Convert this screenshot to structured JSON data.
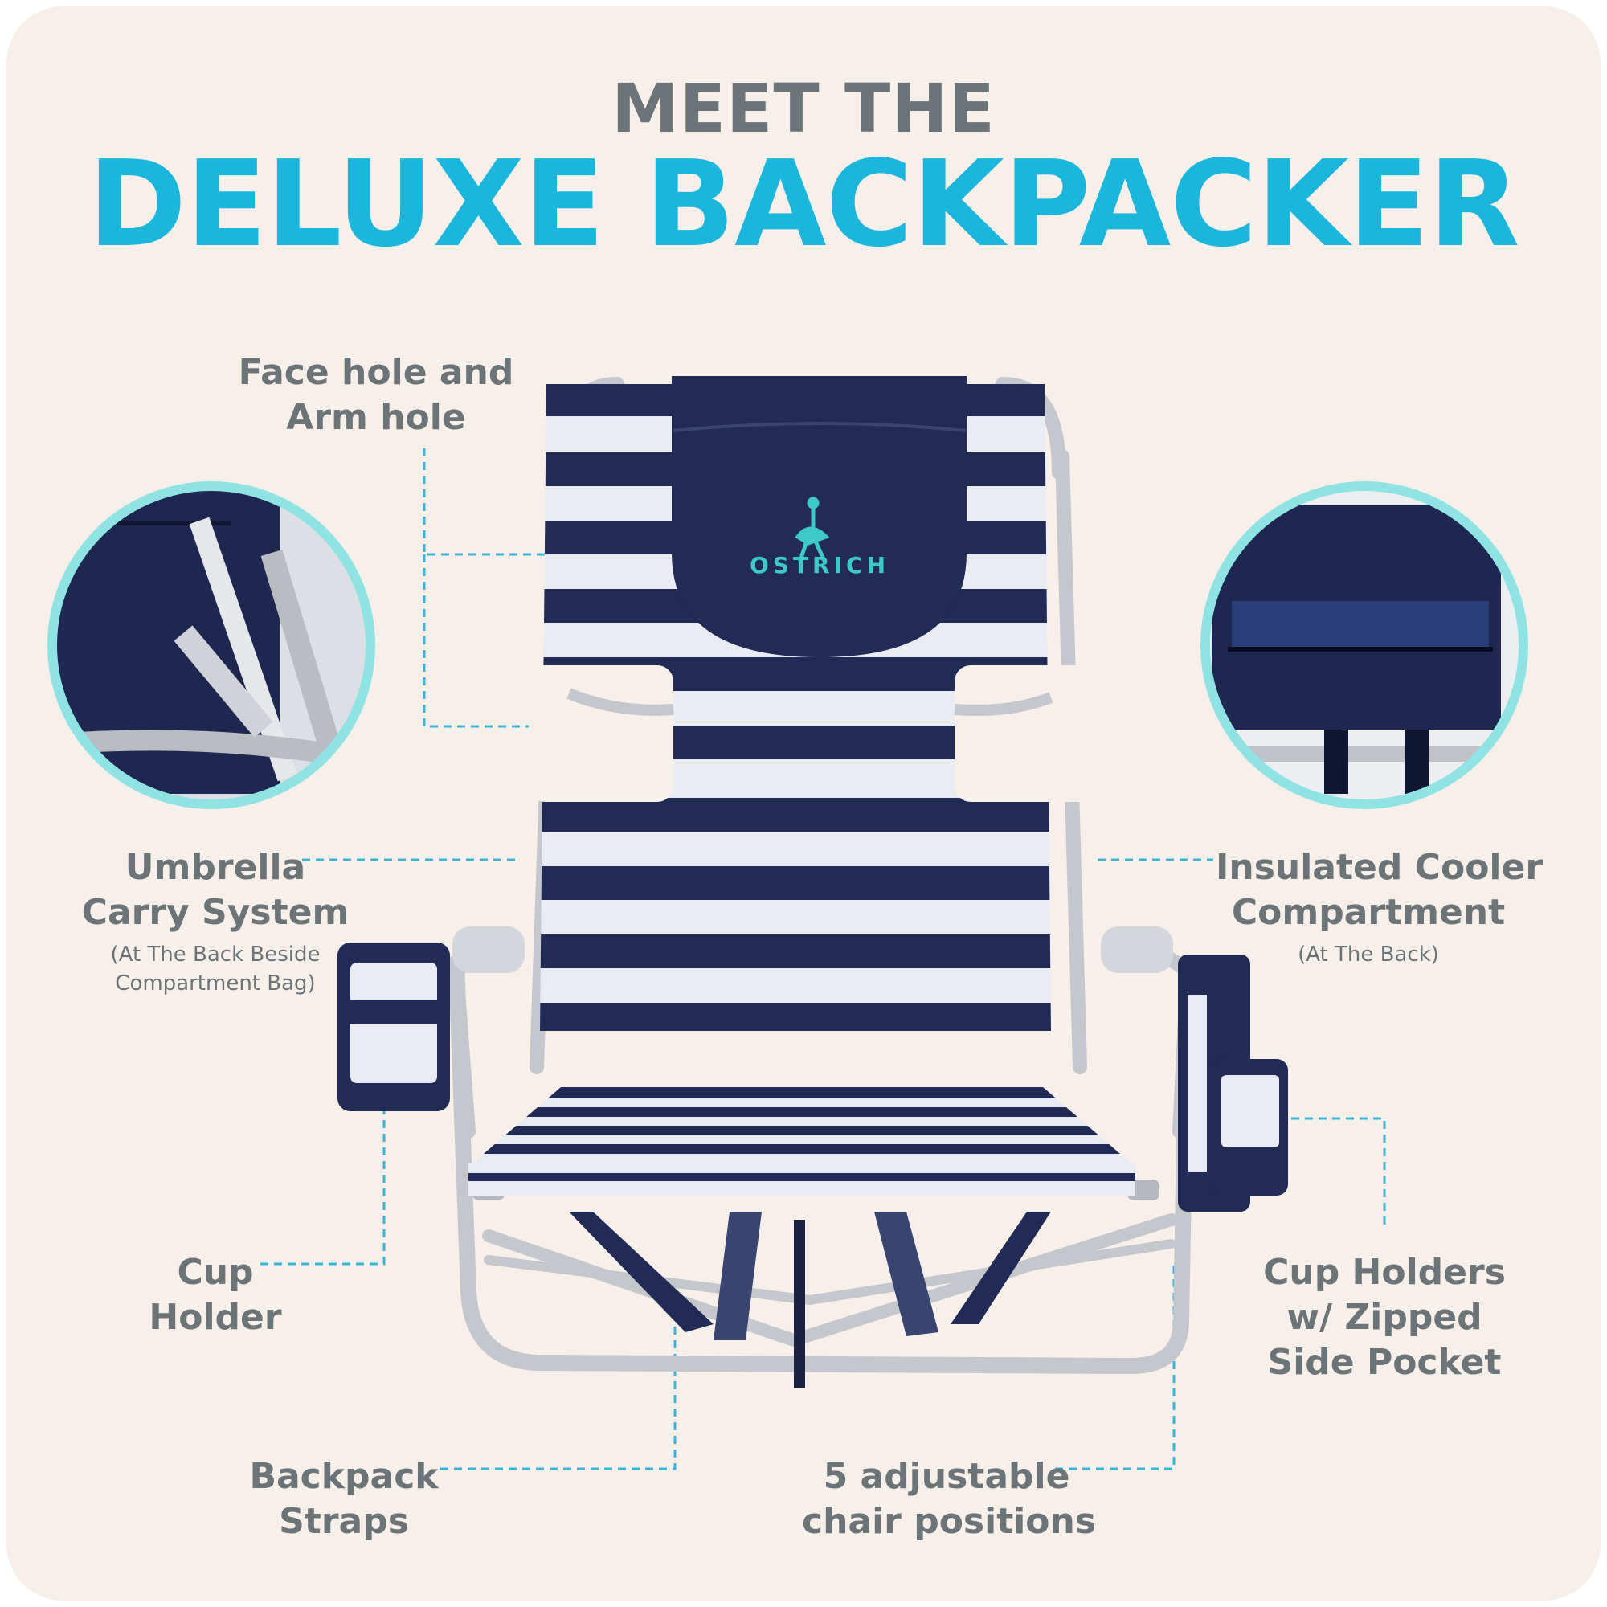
{
  "colors": {
    "background": "#f6efea",
    "heading_gray": "#6d7477",
    "heading_cyan": "#1bb6dc",
    "label_gray": "#6d7477",
    "navy": "#222b55",
    "stripe_white": "#e9ecf2",
    "frame": "#c4c7cc",
    "accent_teal": "#3ec9c9",
    "leader_line": "#3bb4d6",
    "circle_ring": "#8fe3e3"
  },
  "header": {
    "line1": "MEET THE",
    "line2": "DELUXE BACKPACKER"
  },
  "product": {
    "brand": "OSTRICH",
    "logo_icon": "ostrich-icon"
  },
  "callouts": {
    "face_hole": {
      "line1": "Face hole and",
      "line2": "Arm hole"
    },
    "umbrella": {
      "line1": "Umbrella",
      "line2": "Carry System",
      "sub1": "(At The Back Beside",
      "sub2": "Compartment Bag)"
    },
    "cooler": {
      "line1": "Insulated Cooler",
      "line2": "Compartment",
      "sub1": "(At The Back)"
    },
    "cup_holder": {
      "line1": "Cup",
      "line2": "Holder"
    },
    "cup_holders_pocket": {
      "line1": "Cup Holders",
      "line2": "w/ Zipped",
      "line3": "Side Pocket"
    },
    "backpack_straps": {
      "line1": "Backpack",
      "line2": "Straps"
    },
    "positions": {
      "line1": "5 adjustable",
      "line2": "chair positions"
    }
  }
}
